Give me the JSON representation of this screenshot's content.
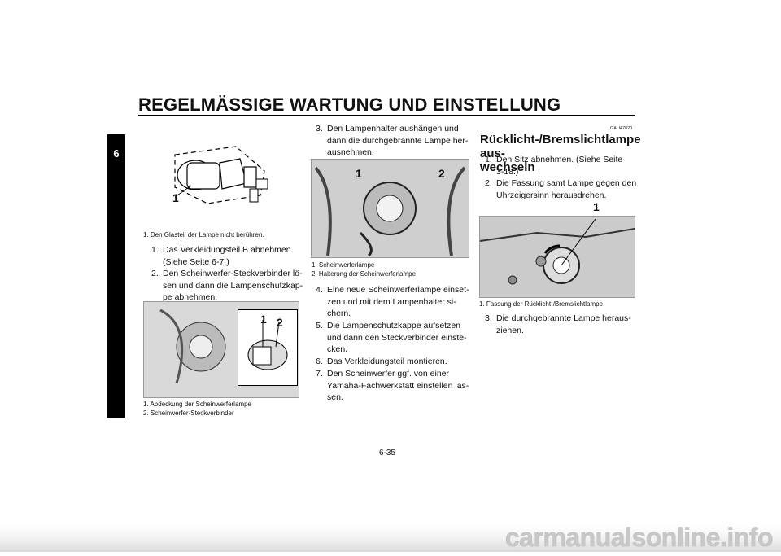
{
  "header": {
    "title": "REGELMÄSSIGE WARTUNG UND EINSTELLUNG"
  },
  "side_tab": {
    "number": "6"
  },
  "col1": {
    "fig1_callout": "1",
    "fig1_caption": [
      "1. Den Glasteil der Lampe nicht berühren."
    ],
    "steps": [
      {
        "n": "1.",
        "lines": [
          "Das Verkleidungsteil B abnehmen.",
          "(Siehe Seite 6-7.)"
        ]
      },
      {
        "n": "2.",
        "lines": [
          "Den Scheinwerfer-Steckverbinder lö-",
          "sen und dann die Lampenschutzkap-",
          "pe abnehmen."
        ]
      }
    ],
    "fig2_callouts": [
      "1",
      "2"
    ],
    "fig2_caption": [
      "1. Abdeckung der Scheinwerferlampe",
      "2. Scheinwerfer-Steckverbinder"
    ]
  },
  "col2": {
    "step3": {
      "n": "3.",
      "lines": [
        "Den Lampenhalter aushängen und",
        "dann die durchgebrannte Lampe her-",
        "ausnehmen."
      ]
    },
    "fig3_callouts": [
      "1",
      "2"
    ],
    "fig3_caption": [
      "1. Scheinwerferlampe",
      "2. Halterung der Scheinwerferlampe"
    ],
    "steps": [
      {
        "n": "4.",
        "lines": [
          "Eine neue Scheinwerferlampe einset-",
          "zen und mit dem Lampenhalter si-",
          "chern."
        ]
      },
      {
        "n": "5.",
        "lines": [
          "Die Lampenschutzkappe aufsetzen",
          "und dann den Steckverbinder einste-",
          "cken."
        ]
      },
      {
        "n": "6.",
        "lines": [
          "Das Verkleidungsteil montieren."
        ]
      },
      {
        "n": "7.",
        "lines": [
          "Den Scheinwerfer ggf. von einer",
          "Yamaha-Fachwerkstatt einstellen las-",
          "sen."
        ]
      }
    ]
  },
  "col3": {
    "code": "GAU47020",
    "heading": [
      "Rücklicht-/Bremslichtlampe aus-",
      "wechseln"
    ],
    "steps": [
      {
        "n": "1.",
        "lines": [
          "Den Sitz abnehmen. (Siehe Seite",
          "3-18.)"
        ]
      },
      {
        "n": "2.",
        "lines": [
          "Die Fassung samt Lampe gegen den",
          "Uhrzeigersinn herausdrehen."
        ]
      }
    ],
    "fig4_callout": "1",
    "fig4_caption": [
      "1. Fassung der Rücklicht-/Bremslichtlampe"
    ],
    "step3": {
      "n": "3.",
      "lines": [
        "Die durchgebrannte Lampe heraus-",
        "ziehen."
      ]
    }
  },
  "page_number": "6-35",
  "footer": {
    "watermark": "carmanualsonline.info"
  }
}
